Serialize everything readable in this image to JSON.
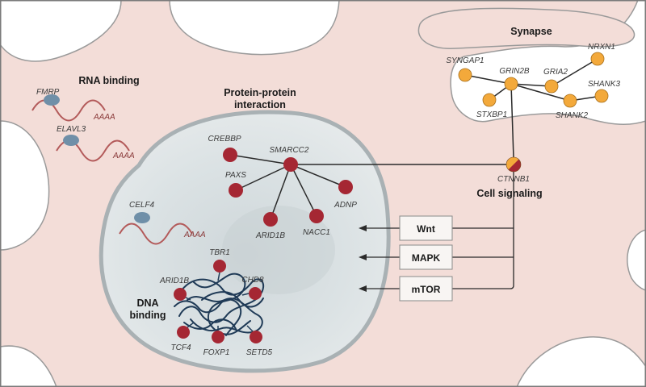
{
  "sections": {
    "rna_binding": "RNA binding",
    "protein_interaction_line1": "Protein-protein",
    "protein_interaction_line2": "interaction",
    "synapse": "Synapse",
    "cell_signaling": "Cell signaling",
    "dna_binding_line1": "DNA",
    "dna_binding_line2": "binding"
  },
  "rna_binding_proteins": [
    {
      "name": "FMRP",
      "tail": "AAAA"
    },
    {
      "name": "ELAVL3",
      "tail": "AAAA"
    },
    {
      "name": "CELF4",
      "tail": "AAAA"
    }
  ],
  "protein_interaction_genes": {
    "hub": "SMARCC2",
    "partners": [
      "CREBBP",
      "PAXS",
      "ARID1B",
      "NACC1",
      "ADNP"
    ]
  },
  "synapse_genes": {
    "hub": "GRIN2B",
    "partners": [
      "SYNGAP1",
      "STXBP1",
      "GRIA2",
      "NRXN1",
      "SHANK2",
      "SHANK3"
    ]
  },
  "signaling_gene": "CTNNB1",
  "signaling_pathways": [
    "Wnt",
    "MAPK",
    "mTOR"
  ],
  "dna_binding_genes": [
    "TBR1",
    "ARID1B",
    "CHD8",
    "TCF4",
    "FOXP1",
    "SETD5"
  ],
  "colors": {
    "background_pink": "#f3ddd8",
    "nucleus": "#d9e0e2",
    "red_node": "#a52733",
    "orange_node": "#f3a93b",
    "rbp_blue": "#6f8fa8",
    "rna_wave": "#b35a5a",
    "dna_strand": "#1f3a56"
  }
}
